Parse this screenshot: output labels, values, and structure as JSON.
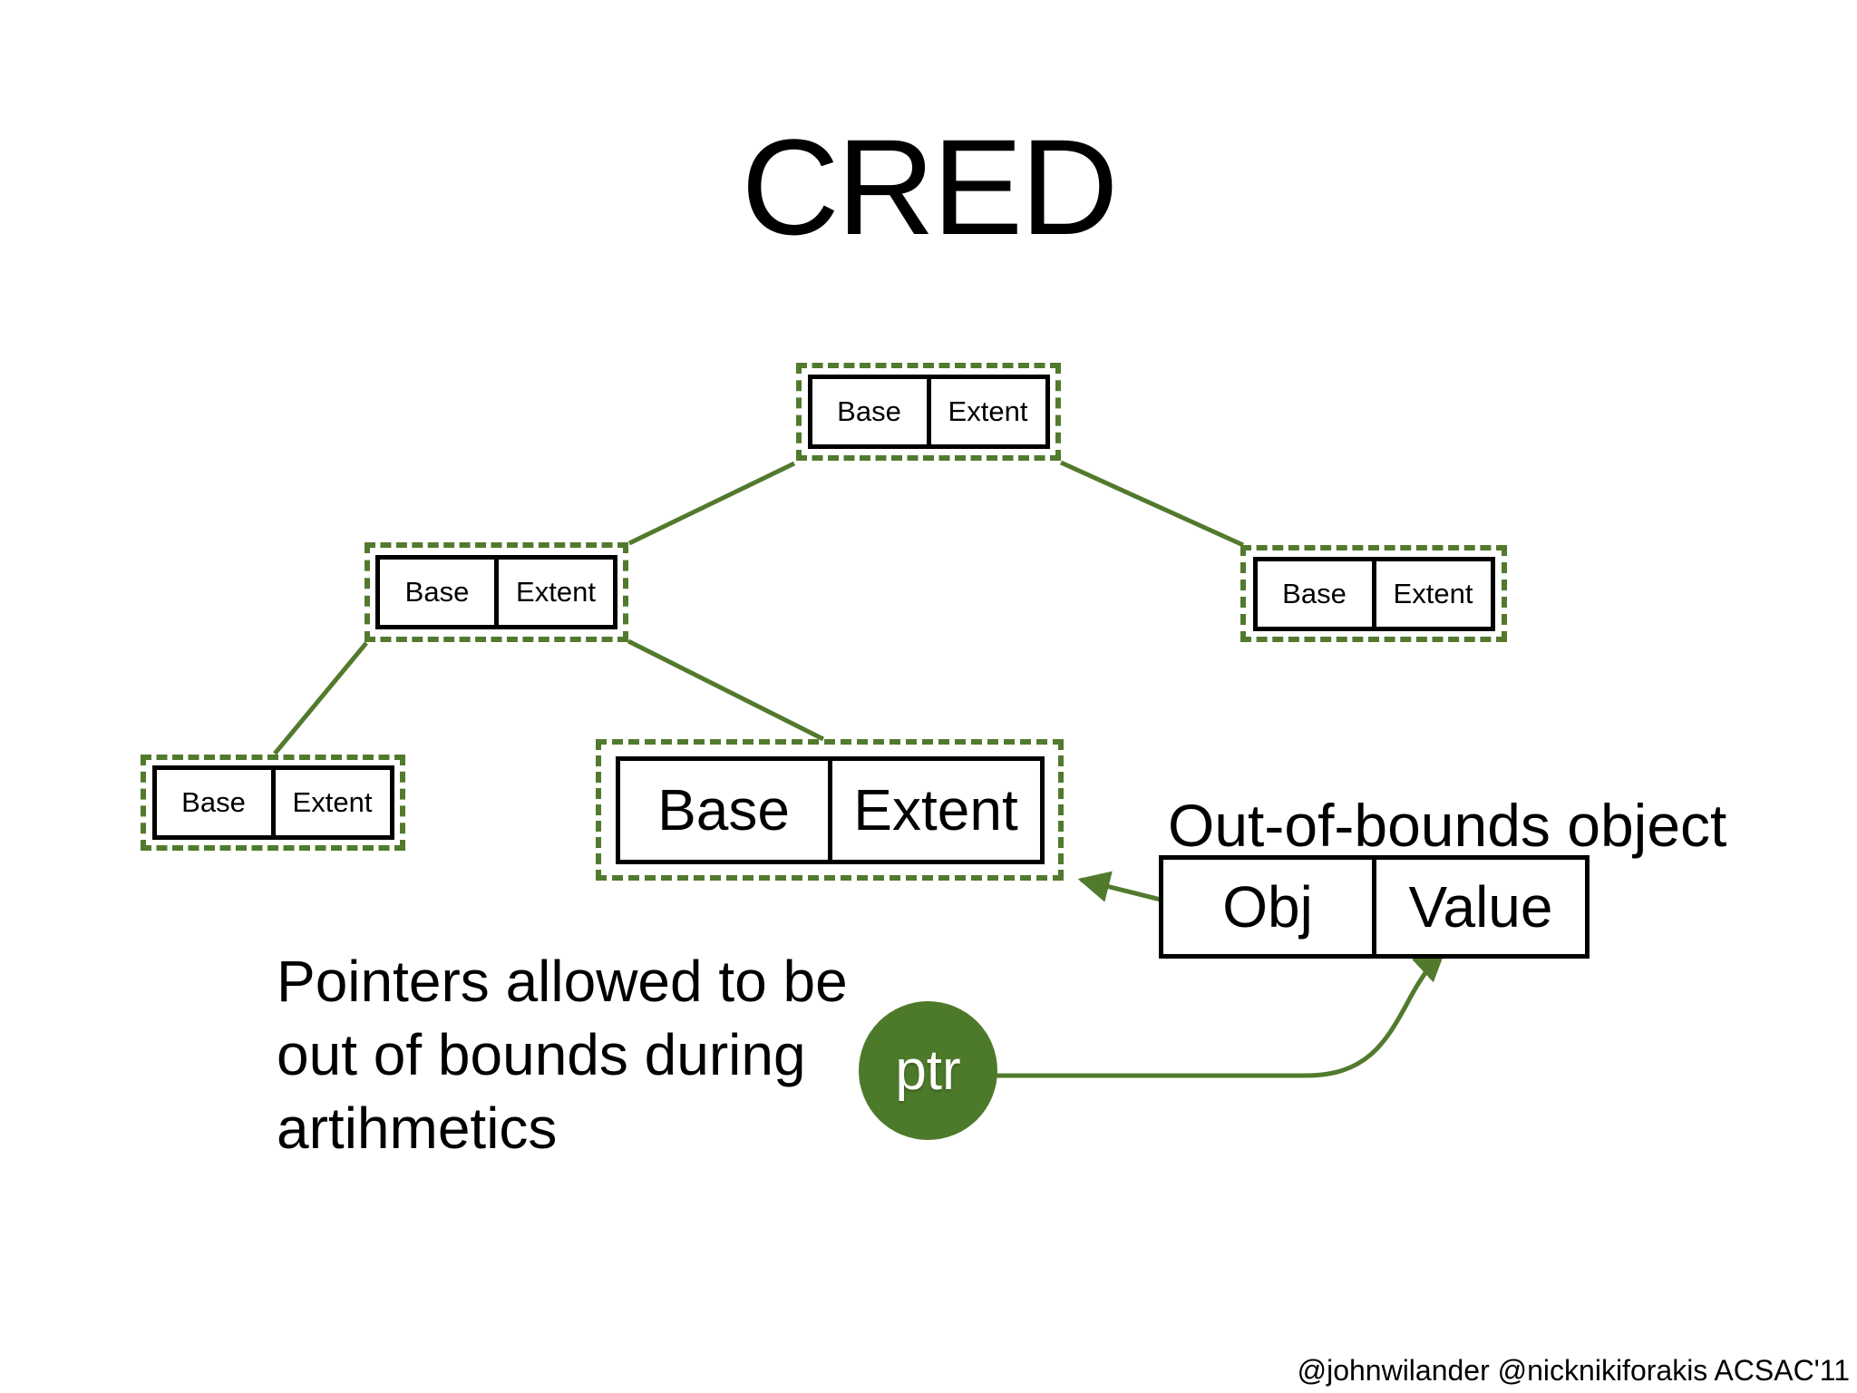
{
  "slide": {
    "title": "CRED",
    "footer": "@johnwilander @nicknikiforakis ACSAC'11"
  },
  "diagram": {
    "oob_label": "Out-of-bounds object",
    "ptr_label": "ptr",
    "note_lines": [
      "Pointers allowed to be",
      "out of bounds during",
      "artihmetics"
    ],
    "nodes": [
      {
        "id": "root",
        "base": "Base",
        "extent": "Extent"
      },
      {
        "id": "mid-left",
        "base": "Base",
        "extent": "Extent"
      },
      {
        "id": "right",
        "base": "Base",
        "extent": "Extent"
      },
      {
        "id": "leaf-small",
        "base": "Base",
        "extent": "Extent"
      },
      {
        "id": "leaf-large",
        "base": "Base",
        "extent": "Extent"
      }
    ],
    "oob_object": {
      "obj": "Obj",
      "value": "Value"
    },
    "colors": {
      "green": "#527a2d",
      "circle_green": "#4d7a2a",
      "ink": "#000000",
      "background": "#ffffff"
    }
  }
}
